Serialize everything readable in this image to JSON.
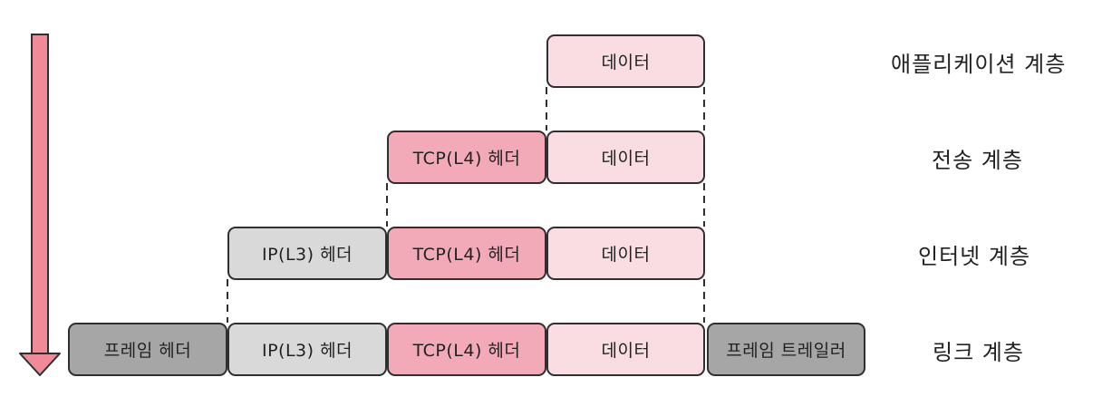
{
  "diagram": {
    "colors": {
      "arrow": "#f08a99",
      "data": "#f9dde2",
      "tcp_header": "#f2aab8",
      "ip_header": "#d9d9d9",
      "frame": "#a6a6a6",
      "border": "#2f2f2f"
    },
    "layers": [
      {
        "label": "애플리케이션 계층",
        "boxes": [
          "데이터"
        ]
      },
      {
        "label": "전송 계층",
        "boxes": [
          "TCP(L4) 헤더",
          "데이터"
        ]
      },
      {
        "label": "인터넷 계층",
        "boxes": [
          "IP(L3) 헤더",
          "TCP(L4) 헤더",
          "데이터"
        ]
      },
      {
        "label": "링크 계층",
        "boxes": [
          "프레임 헤더",
          "IP(L3) 헤더",
          "TCP(L4) 헤더",
          "데이터",
          "프레임 트레일러"
        ]
      }
    ]
  }
}
